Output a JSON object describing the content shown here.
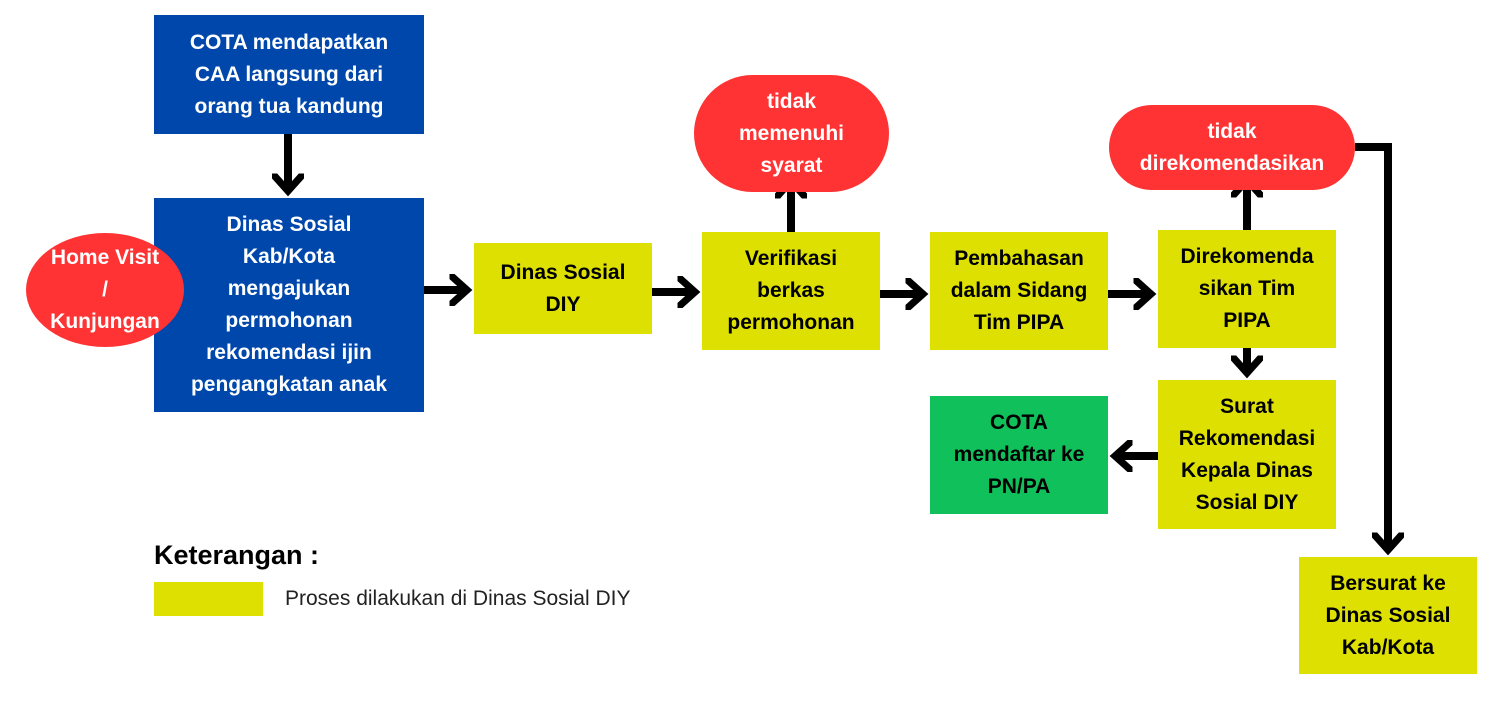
{
  "nodes": {
    "cota_caa": "COTA mendapatkan\nCAA langsung dari\norang tua kandung",
    "dinsos_kab": "Dinas Sosial\nKab/Kota\nmengajukan\npermohonan\nrekomendasi ijin\npengangkatan anak",
    "home_visit": "Home Visit\n/\nKunjungan",
    "dinsos_diy": "Dinas Sosial\nDIY",
    "verifikasi": "Verifikasi\nberkas\npermohonan",
    "tidak_syarat": "tidak\nmemenuhi\nsyarat",
    "pembahasan": "Pembahasan\ndalam Sidang\nTim PIPA",
    "direkomendasikan": "Direkomenda\nsikan Tim\nPIPA",
    "tidak_rekom": "tidak\ndirekomendasikan",
    "surat": "Surat\nRekomendasi\nKepala Dinas\nSosial DIY",
    "cota_daftar": "COTA\nmendaftar ke\nPN/PA",
    "bersurat": "Bersurat ke\nDinas Sosial\nKab/Kota"
  },
  "legend": {
    "title": "Keterangan :",
    "item": "Proses dilakukan di Dinas Sosial DIY"
  },
  "colors": {
    "blue": "#0047AB",
    "yellow": "#DDE000",
    "green": "#10C05A",
    "red": "#FF3333",
    "arrow": "#000000"
  }
}
